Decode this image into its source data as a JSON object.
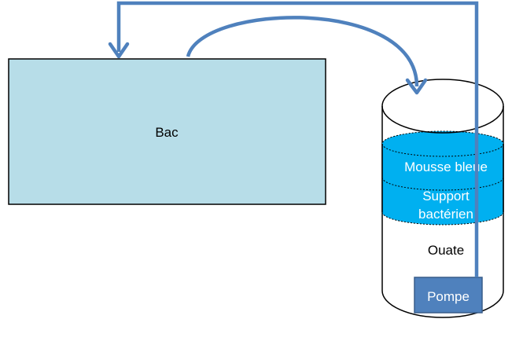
{
  "labels": {
    "bac": "Bac",
    "mousse": "Mousse bleue",
    "support_line1": "Support",
    "support_line2": "bactérien",
    "ouate": "Ouate",
    "pompe": "Pompe"
  },
  "colors": {
    "bac_fill": "#b7dde8",
    "media_fill": "#00b0f0",
    "pump_fill": "#4f81bd",
    "pipe": "#4f81bd",
    "outline": "#000000"
  }
}
